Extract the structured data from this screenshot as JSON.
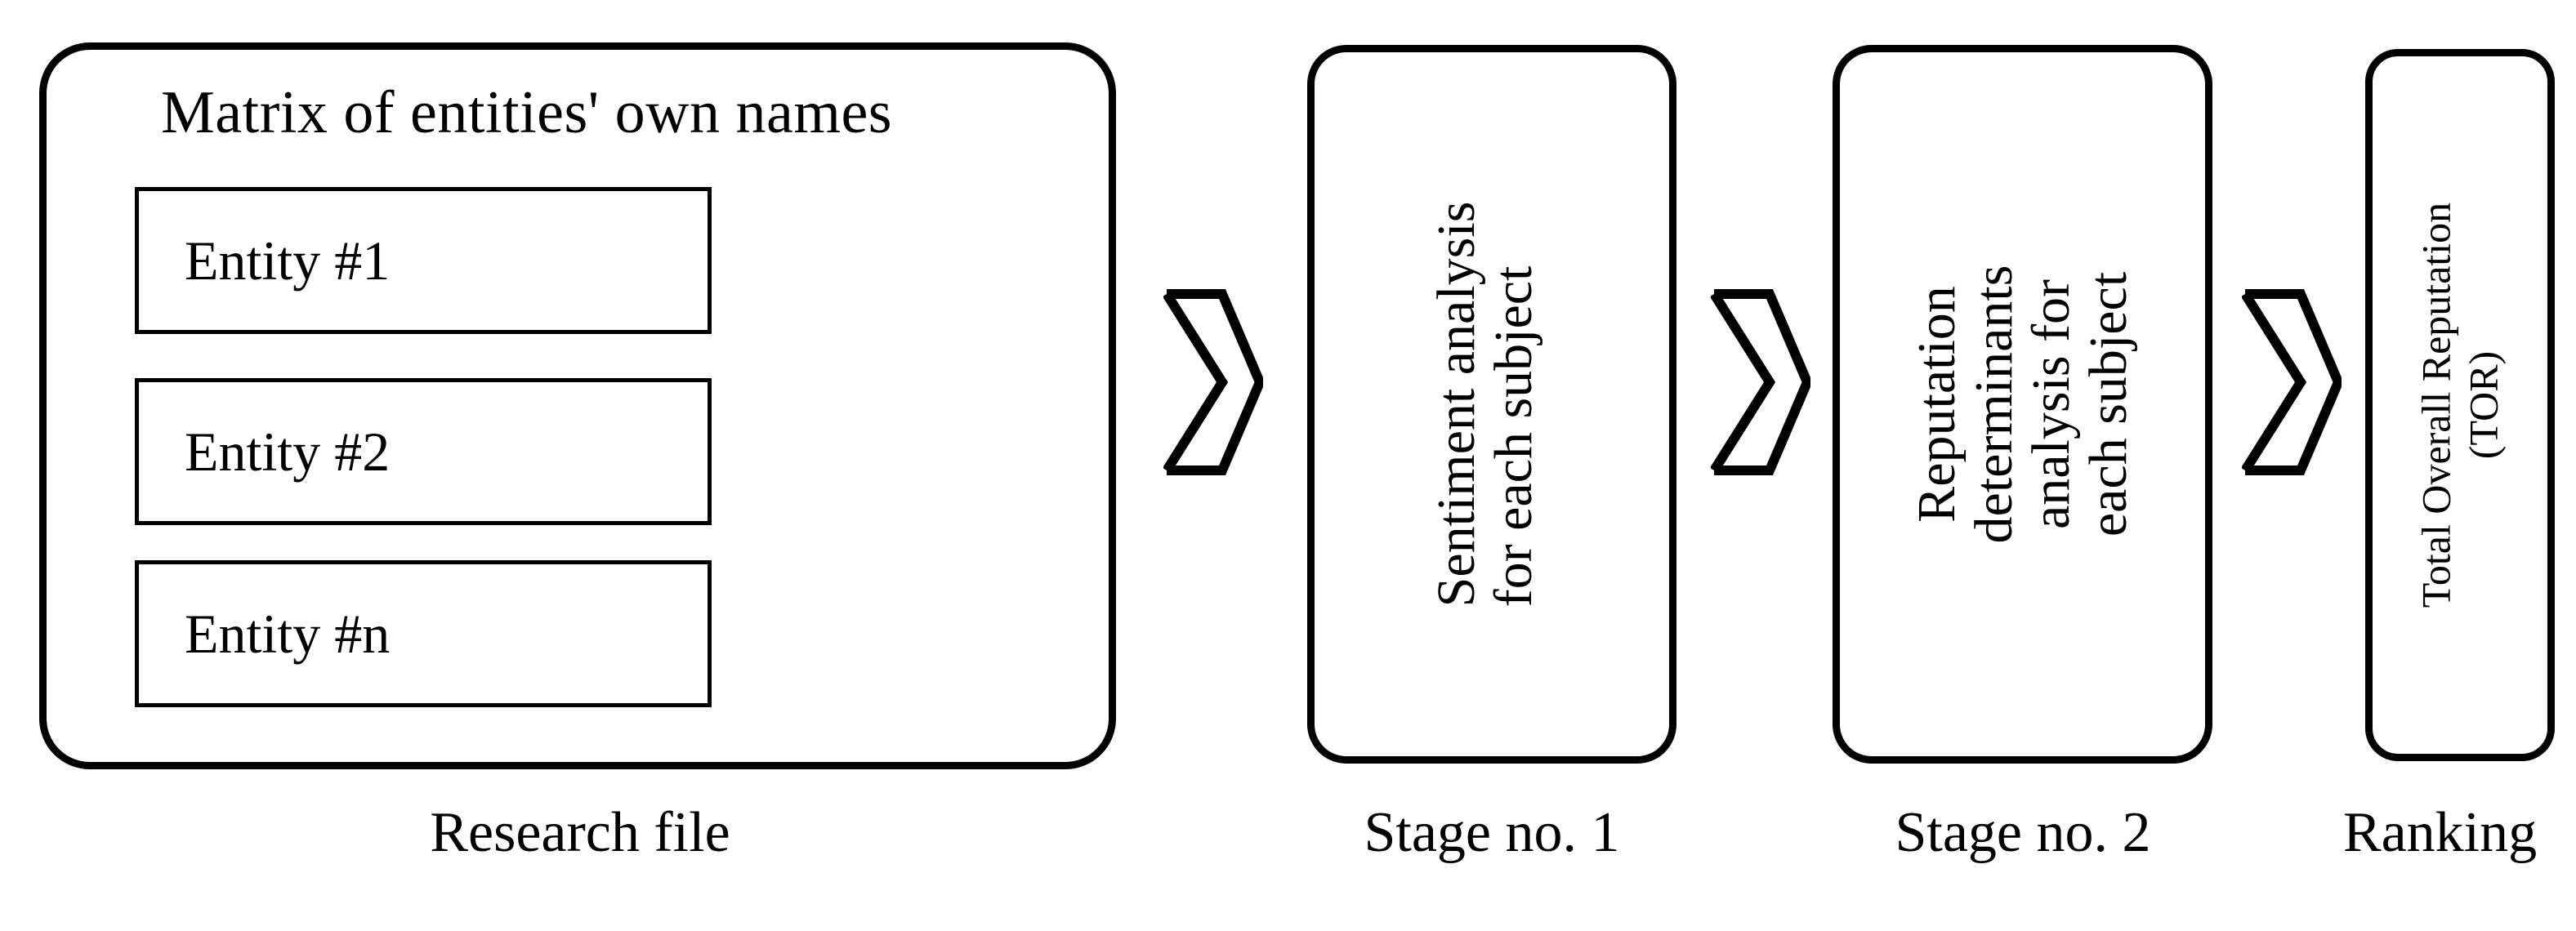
{
  "diagram": {
    "type": "process-flow",
    "orientation": "left-to-right",
    "stroke_color": "#000000",
    "background_color": "#ffffff",
    "stages": 4
  },
  "research_file": {
    "title": "Matrix of entities' own names",
    "entities": [
      {
        "label": "Entity #1"
      },
      {
        "label": "Entity #2"
      },
      {
        "label": "Entity #n"
      }
    ],
    "caption": "Research file"
  },
  "stage1": {
    "lines": [
      "Sentiment analysis",
      "for each subject"
    ],
    "caption": "Stage no. 1",
    "text_orientation": "vertical-rotated-90-ccw"
  },
  "stage2": {
    "lines": [
      "Reputation",
      "determinants",
      "analysis for",
      "each subject"
    ],
    "caption": "Stage no. 2",
    "text_orientation": "vertical-rotated-90-ccw"
  },
  "ranking": {
    "lines": [
      "Total Overall Reputation",
      "(TOR)"
    ],
    "caption": "Ranking",
    "text_orientation": "vertical-rotated-90-ccw"
  },
  "connectors": [
    {
      "name": "arrow-1",
      "shape": "chevron",
      "direction": "right"
    },
    {
      "name": "arrow-2",
      "shape": "chevron",
      "direction": "right"
    },
    {
      "name": "arrow-3",
      "shape": "chevron",
      "direction": "right"
    }
  ]
}
